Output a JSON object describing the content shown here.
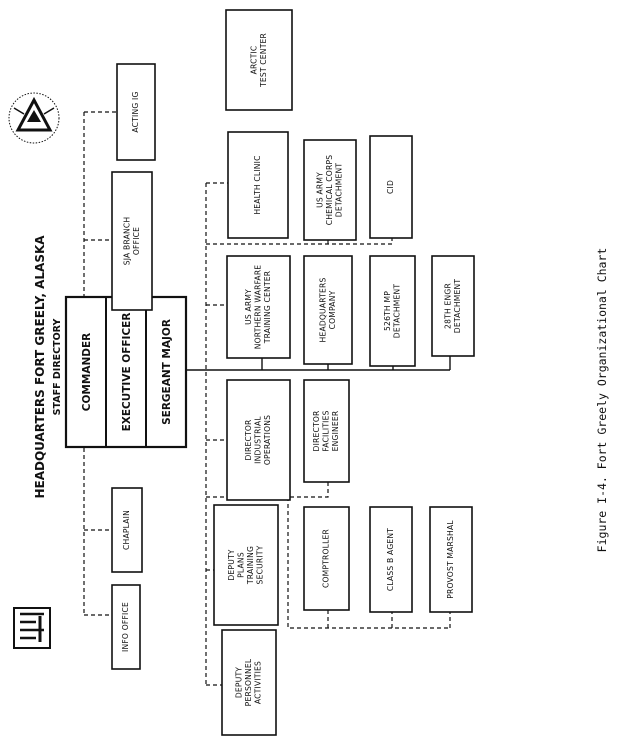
{
  "header": {
    "title": "HEADQUARTERS FORT GREELY, ALASKA",
    "subtitle": "STAFF DIRECTORY"
  },
  "caption": "Figure I-4.  Fort Greely Organizational Chart",
  "command": {
    "commander": "COMMANDER",
    "executive_officer": "EXECUTIVE OFFICER",
    "sergeant_major": "SERGEANT MAJOR"
  },
  "staff": {
    "info_office": [
      "INFO OFFICE"
    ],
    "chaplain": [
      "CHAPLAIN"
    ],
    "sja_branch_office": [
      "SJA BRANCH",
      "OFFICE"
    ],
    "acting_ig": [
      "ACTING IG"
    ]
  },
  "units": {
    "deputy_personnel_activities": [
      "DEPUTY",
      "PERSONNEL",
      "ACTIVITIES"
    ],
    "deputy_plans_training_security": [
      "DEPUTY",
      "PLANS",
      "TRAINING",
      "SECURITY"
    ],
    "comptroller": [
      "COMPTROLLER"
    ],
    "class_b_agent": [
      "CLASS B AGENT"
    ],
    "provost_marshal": [
      "PROVOST MARSHAL"
    ],
    "director_industrial_operations": [
      "DIRECTOR",
      "INDUSTRIAL",
      "OPERATIONS"
    ],
    "director_facilities_engineer": [
      "DIRECTOR",
      "FACILITIES",
      "ENGINEER"
    ],
    "us_army_northern_warfare_training_center": [
      "US ARMY",
      "NORTHERN WARFARE",
      "TRAINING CENTER"
    ],
    "headquarters_company": [
      "HEADQUARTERS",
      "COMPANY"
    ],
    "526th_mp_detachment": [
      "526TH MP",
      "DETACHMENT"
    ],
    "28th_engr_detachment": [
      "28TH ENGR",
      "DETACHMENT"
    ],
    "health_clinic": [
      "HEALTH CLINIC"
    ],
    "us_army_chemical_corps_detachment": [
      "US ARMY",
      "CHEMICAL CORPS",
      "DETACHMENT"
    ],
    "cid": [
      "CID"
    ],
    "arctic_test_center": [
      "ARCTIC",
      "TEST CENTER"
    ]
  }
}
